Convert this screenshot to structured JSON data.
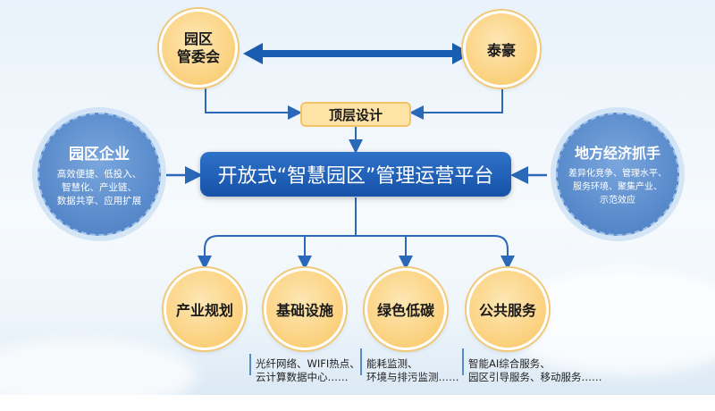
{
  "nodes": {
    "park_committee": [
      "园区",
      "管委会"
    ],
    "taihao": "泰豪",
    "top_design": "顶层设计",
    "platform": "开放式“智慧园区”管理运营平台",
    "park_enterprise": {
      "title": "园区企业",
      "lines": [
        "高效便捷、低投入、",
        "智慧化、产业链、",
        "数据共享、应用扩展"
      ]
    },
    "local_economy": {
      "title": "地方经济抓手",
      "lines": [
        "差异化竞争、管理水平、",
        "服务环境、聚集产业、",
        "示范效应"
      ]
    },
    "industry_planning": "产业规划",
    "infrastructure": "基础设施",
    "green_low_carbon": "绿色低碳",
    "public_services": "公共服务"
  },
  "sub_texts": {
    "infrastructure": [
      "光纤网络、WIFI热点、",
      "云计算数据中心……"
    ],
    "green_low_carbon": [
      "能耗监测、",
      "环境与排污监测……"
    ],
    "public_services": [
      "智能AI综合服务、",
      "园区引导服务、移动服务……"
    ]
  },
  "colors": {
    "connector_blue": "#2a68b8",
    "orange_fill": "#fbd07c",
    "platform_blue": "#1a5cb0"
  }
}
